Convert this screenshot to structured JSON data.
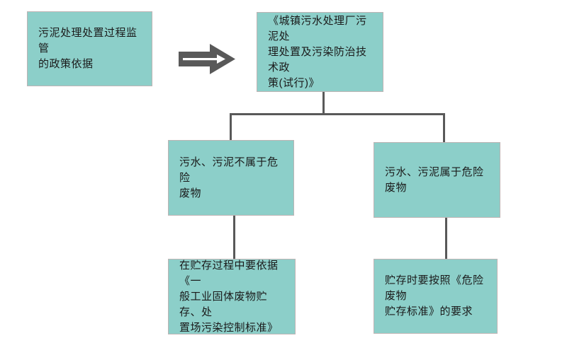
{
  "colors": {
    "background": "#ffffff",
    "node_fill": "#8ccfc9",
    "node_border": "#bdb4b4",
    "connector": "#595959",
    "arrow_fill": "#595959",
    "arrow_stripe": "#ffffff",
    "text": "#1a1a1a"
  },
  "icons": {
    "flow_arrow": "right-block-arrow"
  },
  "diagram": {
    "type": "flowchart",
    "nodes": {
      "topic": {
        "text": "污泥处理处置过程监管\n的政策依据"
      },
      "policy": {
        "text": "《城镇污水处理厂污泥处\n理处置及污染防治技术政\n策(试行)》"
      },
      "branch_non_hazardous": {
        "text": "污水、污泥不属于危险\n废物"
      },
      "branch_hazardous": {
        "text": "污水、污泥属于危险废物"
      },
      "rule_non_hazardous": {
        "text": "在贮存过程中要依据《一\n般工业固体废物贮存、处\n置场污染控制标准》"
      },
      "rule_hazardous": {
        "text": "贮存时要按照《危险废物\n贮存标准》的要求"
      }
    },
    "edges": [
      {
        "from": "topic",
        "to": "policy",
        "style": "block-arrow"
      },
      {
        "from": "policy",
        "to": "branch_non_hazardous",
        "style": "line"
      },
      {
        "from": "policy",
        "to": "branch_hazardous",
        "style": "line"
      },
      {
        "from": "branch_non_hazardous",
        "to": "rule_non_hazardous",
        "style": "line"
      },
      {
        "from": "branch_hazardous",
        "to": "rule_hazardous",
        "style": "line"
      }
    ]
  }
}
